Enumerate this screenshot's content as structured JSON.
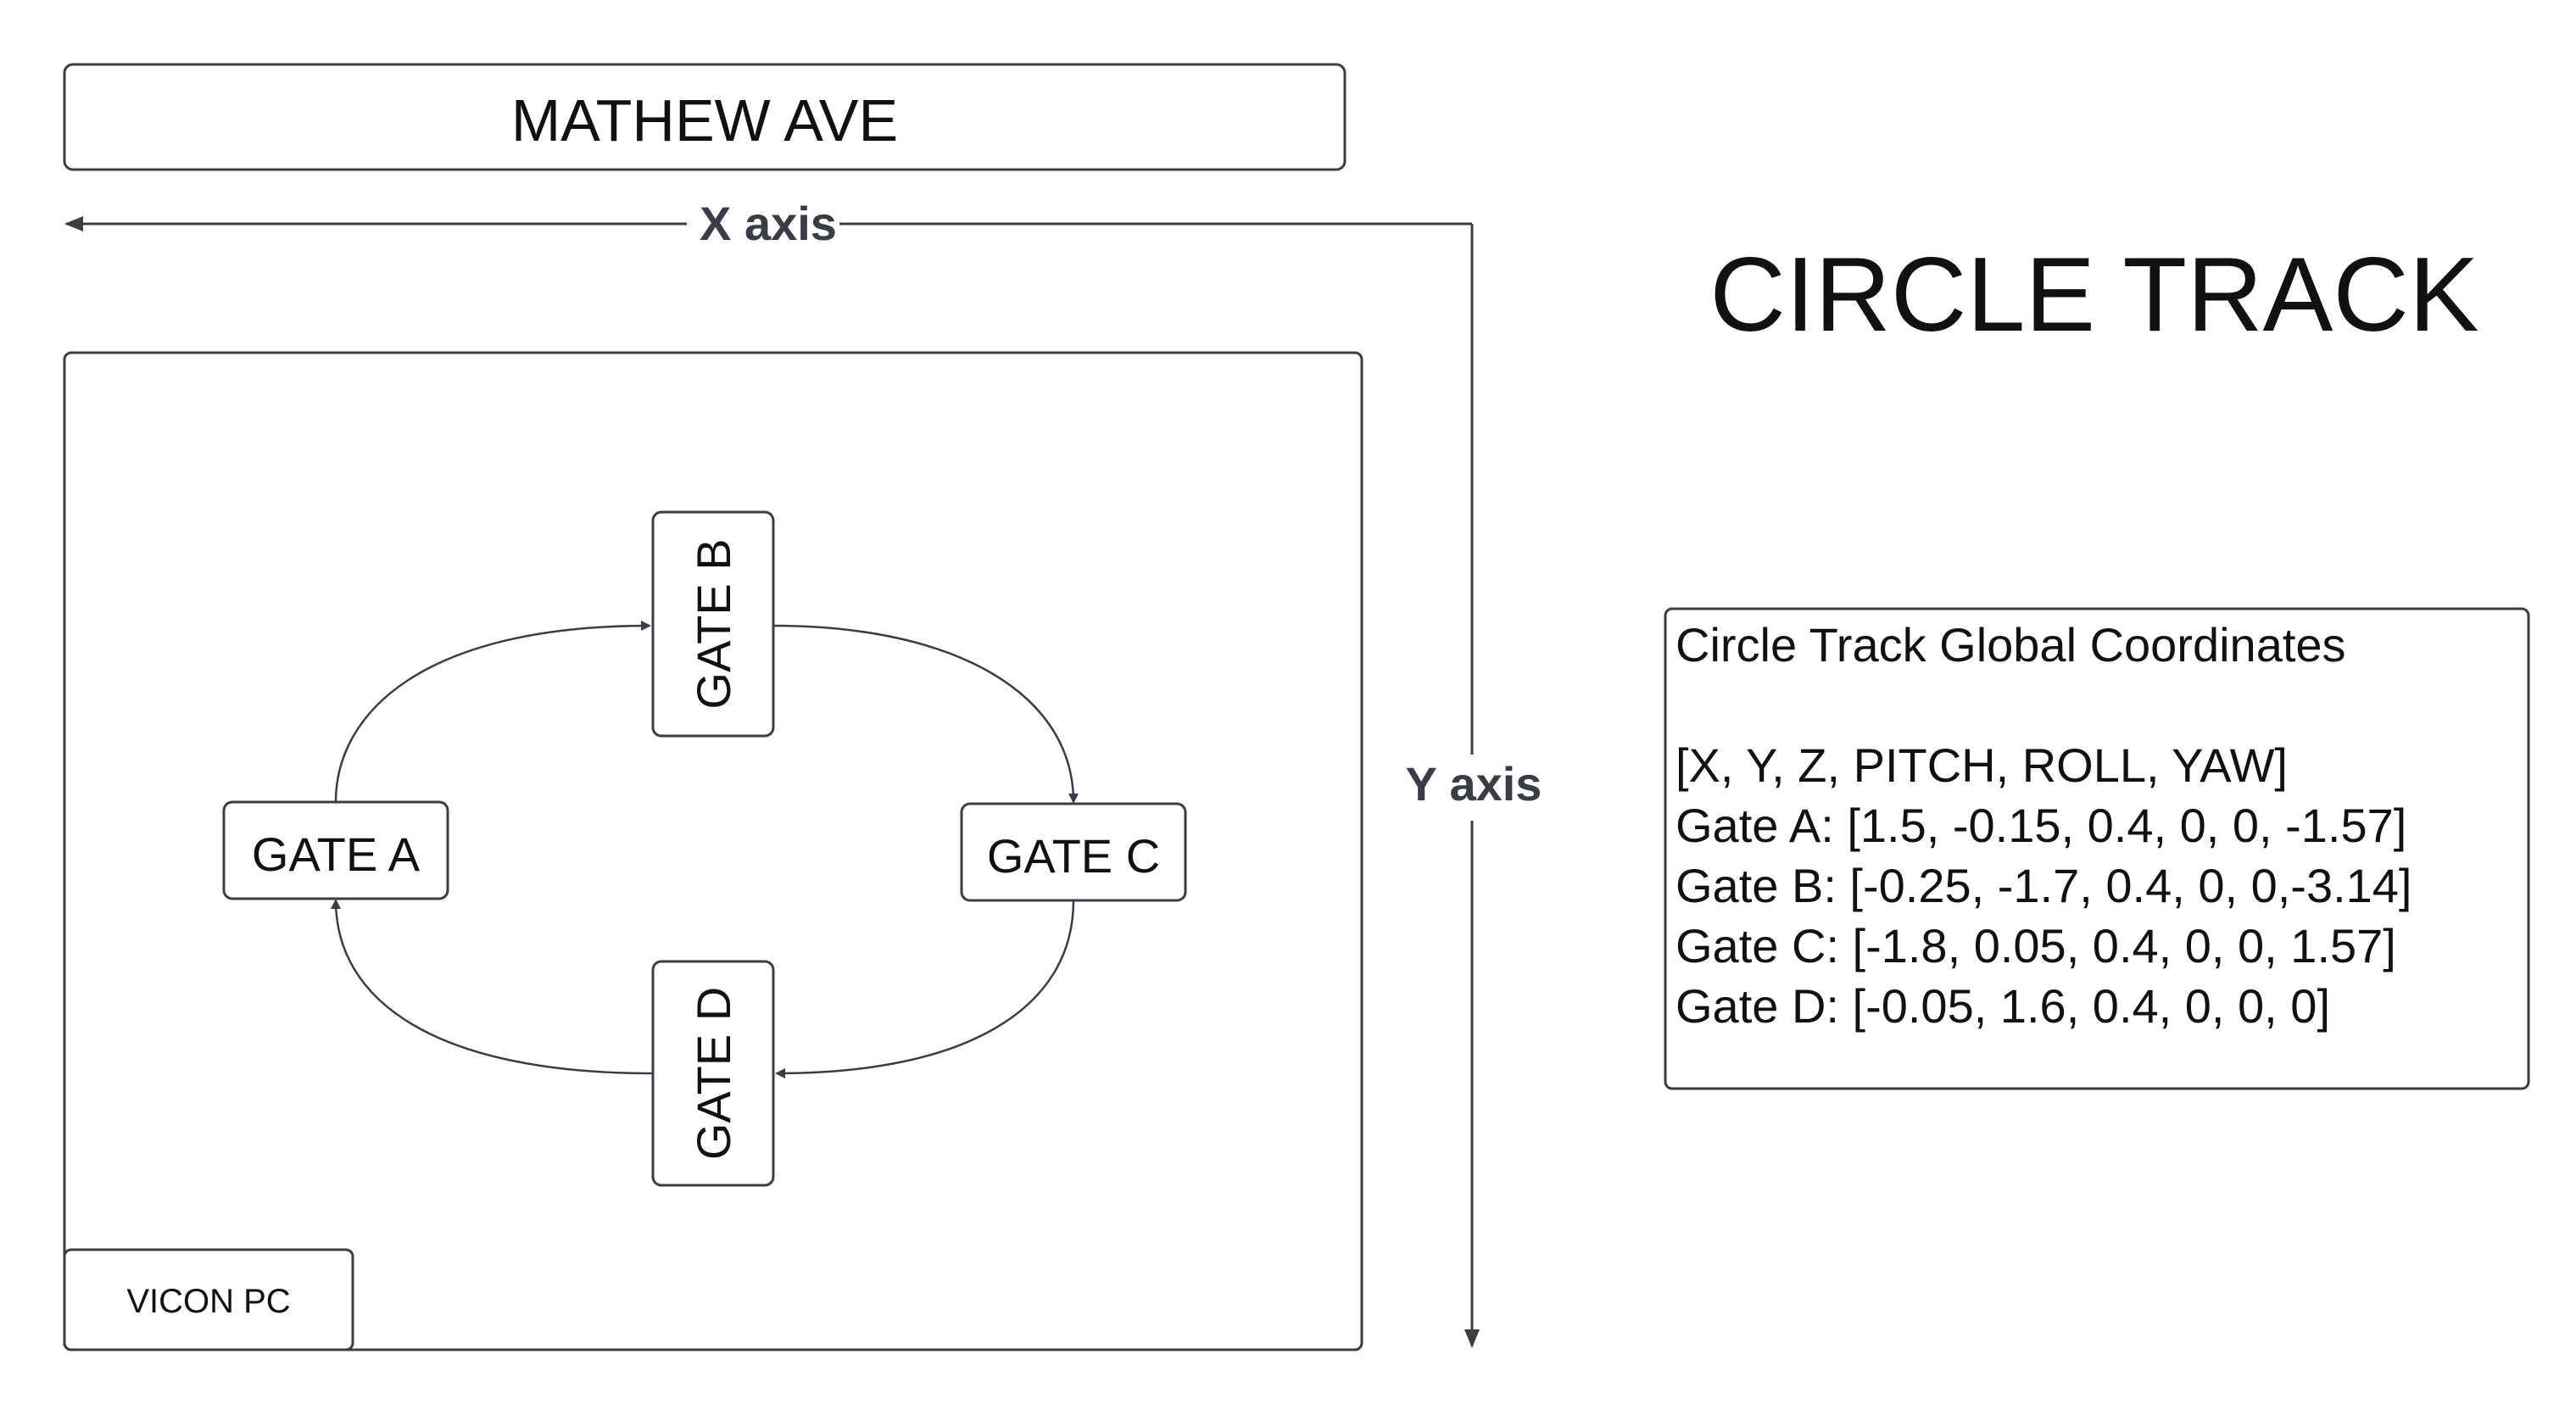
{
  "street": {
    "label": "MATHEW AVE"
  },
  "title": "CIRCLE TRACK",
  "axes": {
    "x_label": "X axis",
    "y_label": "Y axis"
  },
  "gates": {
    "a": "GATE A",
    "b": "GATE B",
    "c": "GATE C",
    "d": "GATE D"
  },
  "vicon": {
    "label": "VICON PC"
  },
  "coordinates": {
    "heading": "Circle Track Global Coordinates",
    "format": "[X, Y, Z, PITCH, ROLL, YAW]",
    "lines": [
      "Gate A: [1.5, -0.15, 0.4, 0, 0, -1.57]",
      "Gate B: [-0.25, -1.7, 0.4, 0, 0,-3.14]",
      "Gate C: [-1.8, 0.05, 0.4, 0, 0, 1.57]",
      "Gate D: [-0.05, 1.6, 0.4, 0, 0, 0]"
    ]
  },
  "colors": {
    "stroke": "#3a3d45",
    "text": "#111111",
    "background": "#ffffff"
  }
}
